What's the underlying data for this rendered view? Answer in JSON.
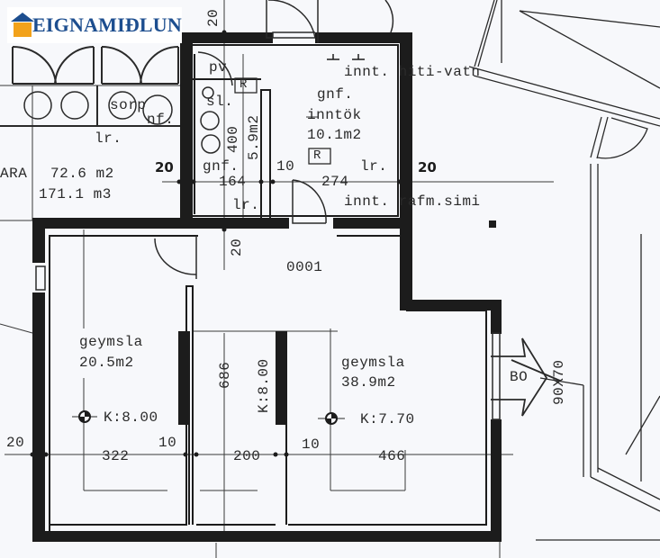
{
  "logo": {
    "text": "EIGNAMIÐLUN",
    "colors": {
      "roof": "#1d4e8f",
      "square": "#f2a21b",
      "text": "#1d4e8f"
    }
  },
  "plan": {
    "colors": {
      "background": "#f7f8fb",
      "wall": "#1c1c1c",
      "line": "#2a2a2a"
    },
    "rooms": [
      {
        "id": "lr-left",
        "labels": [
          "lr.",
          "72.6 m2",
          "171.1 m3"
        ]
      },
      {
        "id": "sorp",
        "labels": [
          "sorp",
          "nf."
        ]
      },
      {
        "id": "small-gnf",
        "labels": [
          "pv",
          "sl.",
          "gnf.",
          "lr."
        ],
        "area": "5.9m2",
        "dim": "400"
      },
      {
        "id": "inntok",
        "labels": [
          "gnf.",
          "inntök",
          "10.1m2",
          "lr."
        ]
      },
      {
        "id": "corridor",
        "labels": [
          "0001"
        ]
      },
      {
        "id": "geymsla-left",
        "labels": [
          "geymsla",
          "20.5m2"
        ],
        "level": "K:8.00"
      },
      {
        "id": "middle",
        "labels": [
          "686"
        ],
        "level": "K:8.00"
      },
      {
        "id": "geymsla-right",
        "labels": [
          "geymsla",
          "38.9m2"
        ],
        "level": "K:7.70"
      }
    ],
    "text": {
      "ara": "ARA",
      "lr_left": "lr.",
      "area_left": "72.6 m2",
      "volume_left": "171.1 m3",
      "sorp": "sorp",
      "nf": "nf.",
      "pv": "pv",
      "sl": "sl.",
      "r1": "R",
      "r2": "R",
      "dim_400": "400",
      "area_5_9": "5.9m2",
      "gnf_small": "gnf.",
      "dim_164": "164",
      "lr_small": "lr.",
      "gnf_inntok": "gnf.",
      "inntok": "inntök",
      "area_10_1": "10.1m2",
      "lr_inntok": "lr.",
      "dim_274": "274",
      "dim_10_top": "10",
      "dim_20_left": "20",
      "dim_20_right": "20",
      "dim_20_top": "20",
      "dim_20_corridor": "20",
      "inntak_hiti_vatn": "innt. hiti-vatn",
      "inntak_rafm_simi": "innt. rafm.simi",
      "room_0001": "0001",
      "geymsla_1": "geymsla",
      "area_20_5": "20.5m2",
      "level_1": "K:8.00",
      "dim_686": "686",
      "level_2": "K:8.00",
      "geymsla_2": "geymsla",
      "area_38_9": "38.9m2",
      "level_3": "K:7.70",
      "dim_20_bottom_left": "20",
      "dim_322": "322",
      "dim_10_a": "10",
      "dim_200": "200",
      "dim_10_b": "10",
      "dim_466": "466",
      "bo": "BO",
      "window_90x70": "90X70"
    }
  }
}
